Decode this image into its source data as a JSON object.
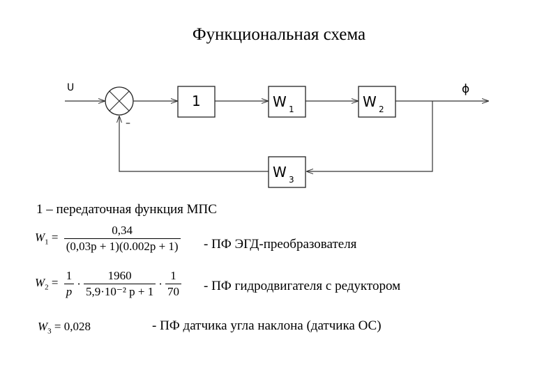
{
  "title": "Функциональная схема",
  "diagram": {
    "input_label": "U",
    "output_label": "ϕ",
    "feedback_sign": "–",
    "block_1": "1",
    "block_w1": {
      "letter": "W",
      "sub": "1"
    },
    "block_w2": {
      "letter": "W",
      "sub": "2"
    },
    "block_w3": {
      "letter": "W",
      "sub": "3"
    }
  },
  "legend": {
    "line1": "1 – передаточная функция МПС",
    "w1": {
      "lhs": "W",
      "lhs_sub": "1",
      "eq": "=",
      "num": "0,34",
      "den": "(0,03p + 1)(0.002p + 1)",
      "desc": "- ПФ ЭГД-преобразователя"
    },
    "w2": {
      "lhs": "W",
      "lhs_sub": "2",
      "eq": "=",
      "f1_num": "1",
      "f1_den": "p",
      "f2_num": "1960",
      "f2_den": "5,9·10⁻² p + 1",
      "f3_num": "1",
      "f3_den": "70",
      "desc": "- ПФ гидродвигателя с редуктором"
    },
    "w3": {
      "lhs": "W",
      "lhs_sub": "3",
      "expr": "= 0,028",
      "desc": "- ПФ датчика угла наклона (датчика ОС)"
    }
  }
}
